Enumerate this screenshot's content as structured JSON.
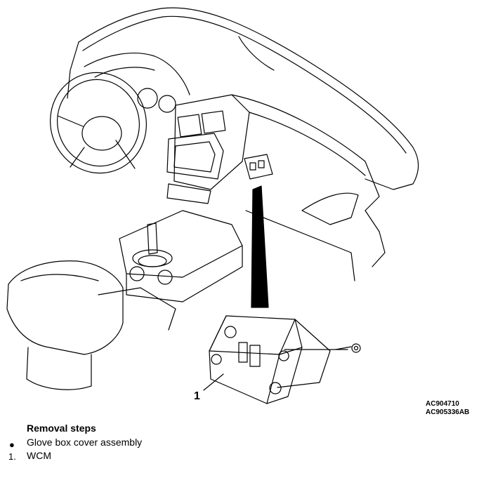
{
  "callout_number": "1",
  "figure_codes": [
    "AC904710",
    "AC905336AB"
  ],
  "removal": {
    "title": "Removal steps",
    "steps": [
      {
        "marker": "●",
        "label": "Glove box cover assembly"
      },
      {
        "marker": "1.",
        "label": "WCM"
      }
    ]
  }
}
